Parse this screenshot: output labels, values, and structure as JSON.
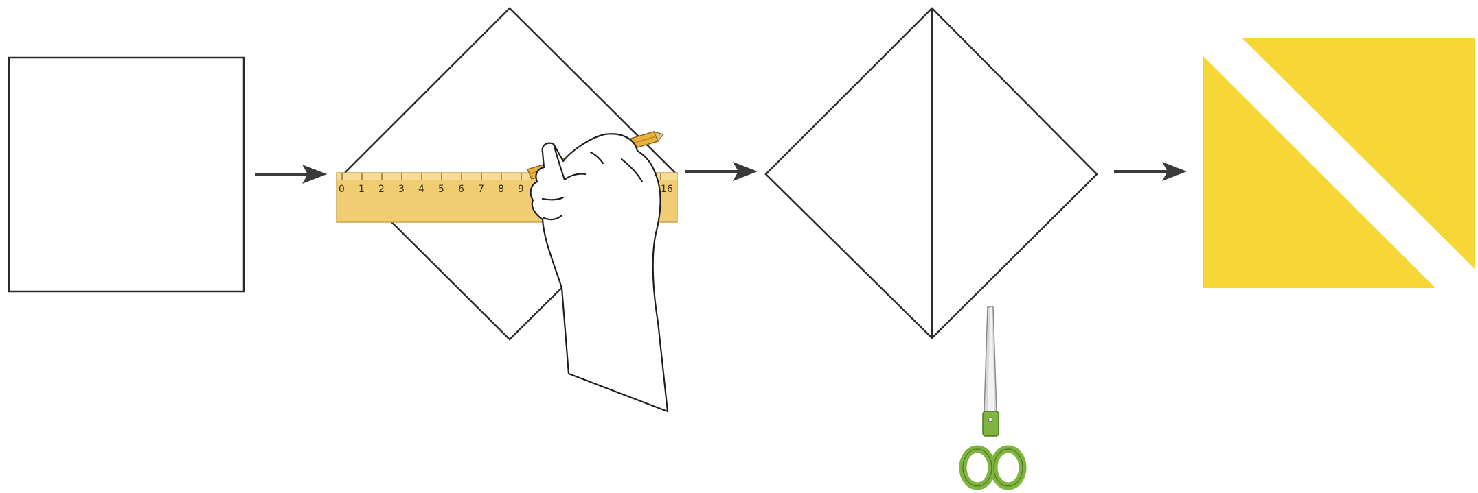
{
  "steps": [
    {
      "id": "square"
    },
    {
      "id": "draw-diagonal"
    },
    {
      "id": "diagonal-drawn"
    },
    {
      "id": "cut-triangles"
    }
  ],
  "ruler": {
    "ticks": [
      "0",
      "1",
      "2",
      "3",
      "4",
      "5",
      "6",
      "7",
      "8",
      "9",
      "16"
    ]
  },
  "colors": {
    "triangle_fill": "#f7d737",
    "ruler_fill": "#f0cd73",
    "scissors_handle": "#7fb441",
    "pencil": "#e9b23f"
  },
  "icons": [
    "arrow-right-icon",
    "hand-icon",
    "pencil-icon",
    "ruler-icon",
    "scissors-icon"
  ]
}
